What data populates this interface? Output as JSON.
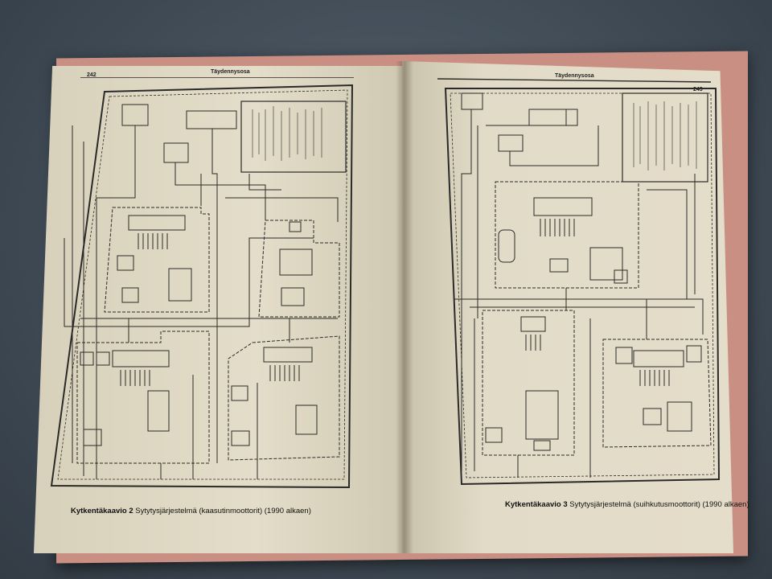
{
  "book": {
    "left_page": {
      "page_number": "242",
      "header": "Täydennysosa",
      "caption_label": "Kytkentäkaavio 2",
      "caption_text": "Sytytysjärjestelmä (kaasutinmoottorit) (1990 alkaen)"
    },
    "right_page": {
      "page_number": "243",
      "header": "Täydennysosa",
      "caption_label": "Kytkentäkaavio 3",
      "caption_text": "Sytytysjärjestelmä (suihkutusmoottorit) (1990 alkaen)"
    }
  },
  "colors": {
    "paper": "#e4ddc9",
    "ink": "#1c1c1c",
    "cover": "#c98f83",
    "background": "#46515c"
  }
}
